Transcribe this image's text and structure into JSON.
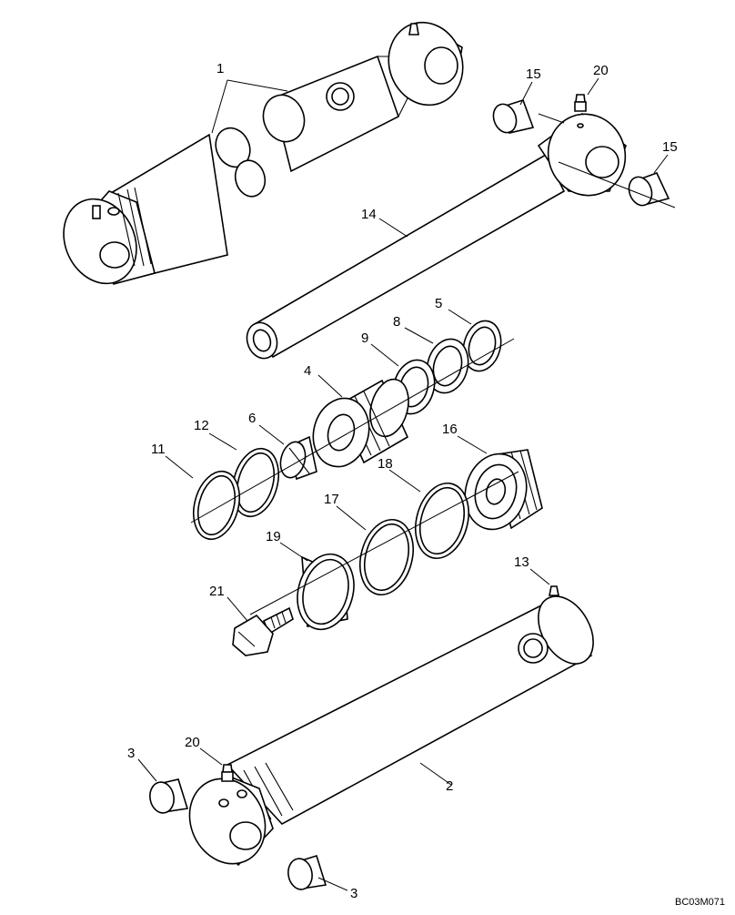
{
  "callouts": {
    "c1": "1",
    "c2": "2",
    "c3a": "3",
    "c3b": "3",
    "c4": "4",
    "c5": "5",
    "c6": "6",
    "c8": "8",
    "c9": "9",
    "c11": "11",
    "c12": "12",
    "c13": "13",
    "c14": "14",
    "c15a": "15",
    "c15b": "15",
    "c16": "16",
    "c17": "17",
    "c18": "18",
    "c19": "19",
    "c20a": "20",
    "c20b": "20",
    "c21": "21"
  },
  "drawing_code": "BC03M071"
}
